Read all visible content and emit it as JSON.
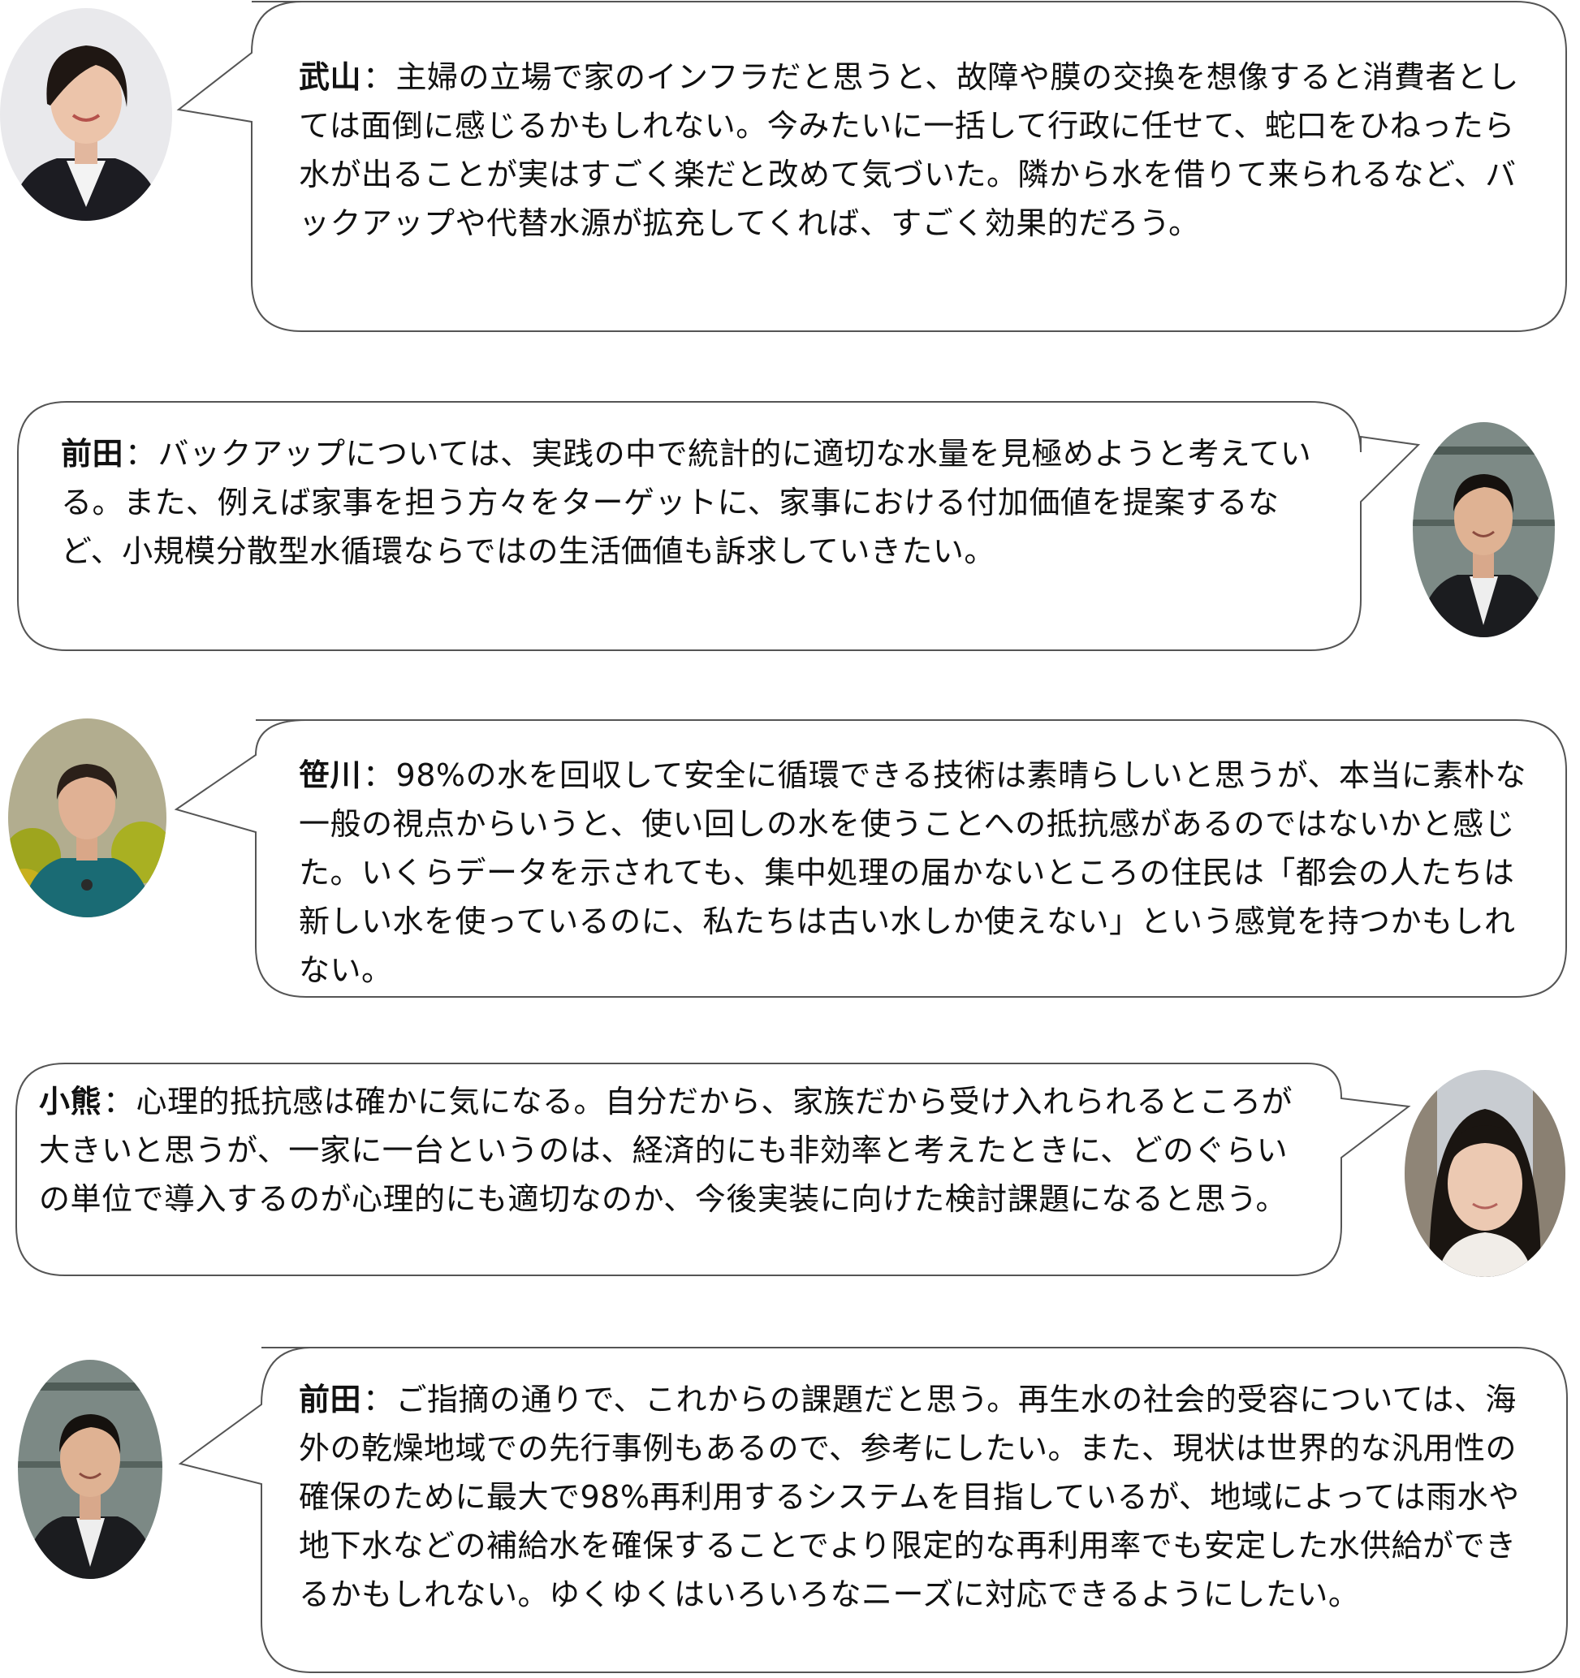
{
  "dialogue": [
    {
      "speaker": "武山",
      "text": "主婦の立場で家のインフラだと思うと、故障や膜の交換を想像すると消費者としては面倒に感じるかもしれない。今みたいに一括して行政に任せて、蛇口をひねったら水が出ることが実はすごく楽だと改めて気づいた。隣から水を借りて来られるなど、バックアップや代替水源が拡充してくれば、すごく効果的だろう。"
    },
    {
      "speaker": "前田",
      "text": "バックアップについては、実践の中で統計的に適切な水量を見極めようと考えている。また、例えば家事を担う方々をターゲットに、家事における付加価値を提案するなど、小規模分散型水循環ならではの生活価値も訴求していきたい。"
    },
    {
      "speaker": "笹川",
      "text": "98%の水を回収して安全に循環できる技術は素晴らしいと思うが、本当に素朴な一般の視点からいうと、使い回しの水を使うことへの抵抗感があるのではないかと感じた。いくらデータを示されても、集中処理の届かないところの住民は「都会の人たちは新しい水を使っているのに、私たちは古い水しか使えない」という感覚を持つかもしれない。"
    },
    {
      "speaker": "小熊",
      "text": "心理的抵抗感は確かに気になる。自分だから、家族だから受け入れられるところが大きいと思うが、一家に一台というのは、経済的にも非効率と考えたときに、どのぐらいの単位で導入するのが心理的にも適切なのか、今後実装に向けた検討課題になると思う。"
    },
    {
      "speaker": "前田",
      "text": "ご指摘の通りで、これからの課題だと思う。再生水の社会的受容については、海外の乾燥地域での先行事例もあるので、参考にしたい。また、現状は世界的な汎用性の確保のために最大で98%再利用するシステムを目指しているが、地域によっては雨水や地下水などの補給水を確保することでより限定的な再利用率でも安定した水供給ができるかもしれない。ゆくゆくはいろいろなニーズに対応できるようにしたい。"
    }
  ],
  "separator": "："
}
